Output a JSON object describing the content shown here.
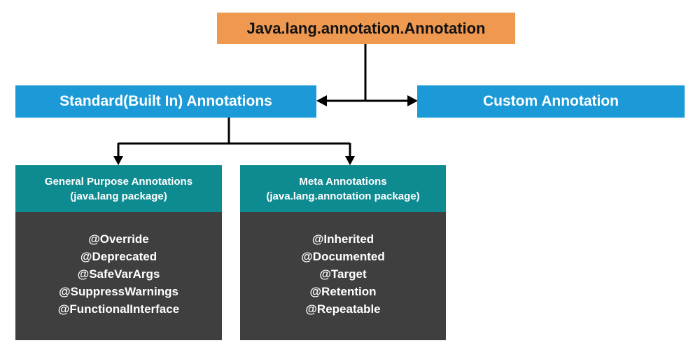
{
  "root": {
    "label": "Java.lang.annotation.Annotation"
  },
  "branches": {
    "standard": {
      "label": "Standard(Built In) Annotations"
    },
    "custom": {
      "label": "Custom Annotation"
    }
  },
  "groups": {
    "general": {
      "title": "General Purpose Annotations",
      "subtitle": "(java.lang package)",
      "items": [
        "@Override",
        "@Deprecated",
        "@SafeVarArgs",
        "@SuppressWarnings",
        "@FunctionalInterface"
      ]
    },
    "meta": {
      "title": "Meta Annotations",
      "subtitle": "(java.lang.annotation package)",
      "items": [
        "@Inherited",
        "@Documented",
        "@Target",
        "@Retention",
        "@Repeatable"
      ]
    }
  },
  "colors": {
    "root_box": "#EF9850",
    "level2_box": "#1B9AD7",
    "group_header": "#0E8B91",
    "group_body": "#3F3F3F",
    "connector": "#000000"
  }
}
